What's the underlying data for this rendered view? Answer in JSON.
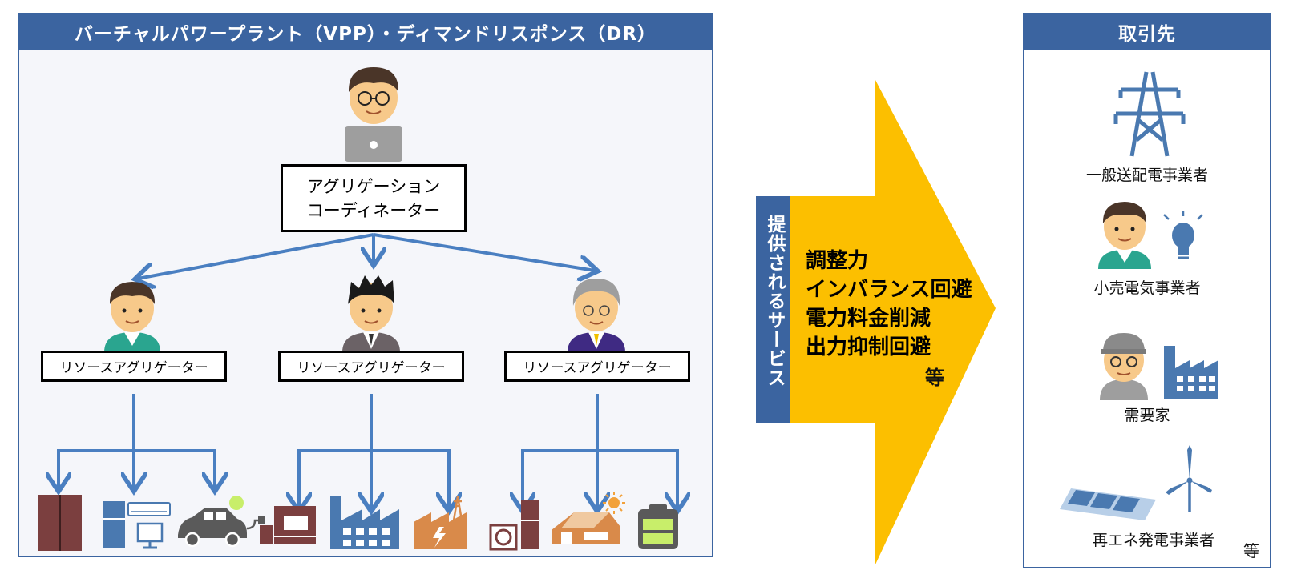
{
  "vpp_panel": {
    "title": "バーチャルパワープラント（VPP）・ディマンドリスポンス（DR）",
    "coordinator_line1": "アグリゲーション",
    "coordinator_line2": "コーディネーター",
    "resource_aggregators": [
      "リソースアグリゲーター",
      "リソースアグリゲーター",
      "リソースアグリゲーター"
    ]
  },
  "services": {
    "vertical_label": "提供されるサービス",
    "items": [
      "調整力",
      "インバランス回避",
      "電力料金削減",
      "出力抑制回避"
    ],
    "etc": "等"
  },
  "partners": {
    "title": "取引先",
    "items": [
      "一般送配電事業者",
      "小売電気事業者",
      "需要家",
      "再エネ発電事業者"
    ],
    "etc": "等"
  },
  "colors": {
    "panel_blue": "#3b64a0",
    "arrow_blue": "#4a7fc1",
    "services_yellow": "#fcbf00",
    "resource_brown": "#7b3f3f",
    "resource_steel": "#4a79b0",
    "resource_orange": "#d98a4a"
  },
  "icons": [
    "person-laptop-icon",
    "person-icon",
    "refrigerator-icon",
    "air-conditioner-icon",
    "electric-car-icon",
    "generator-icon",
    "factory-icon",
    "power-plant-icon",
    "heat-pump-icon",
    "solar-house-icon",
    "battery-icon",
    "transmission-tower-icon",
    "light-bulb-icon",
    "worker-icon",
    "solar-panel-icon",
    "wind-turbine-icon"
  ]
}
